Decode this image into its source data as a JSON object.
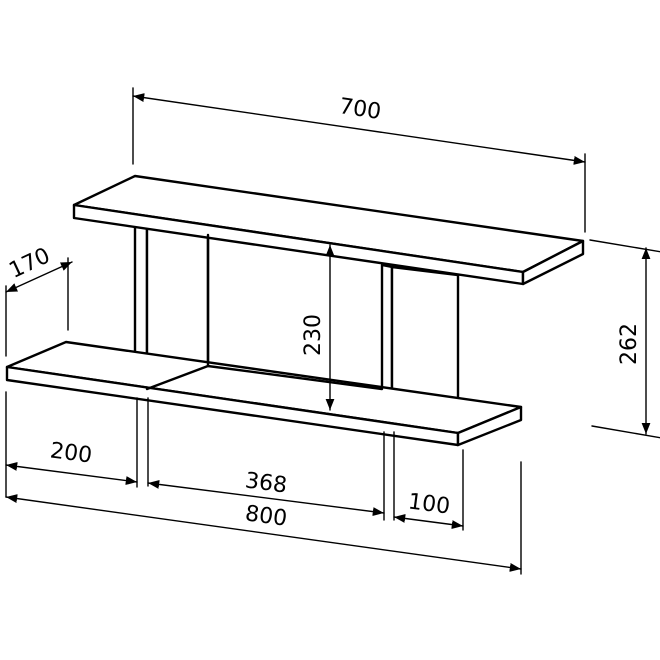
{
  "diagram": {
    "subject": "wall shelf dimension drawing",
    "dimensions": {
      "top_length": "700",
      "depth": "170",
      "height_total": "262",
      "inner_height": "230",
      "left_overhang": "200",
      "inner_width": "368",
      "right_overhang": "100",
      "total_length": "800"
    }
  }
}
